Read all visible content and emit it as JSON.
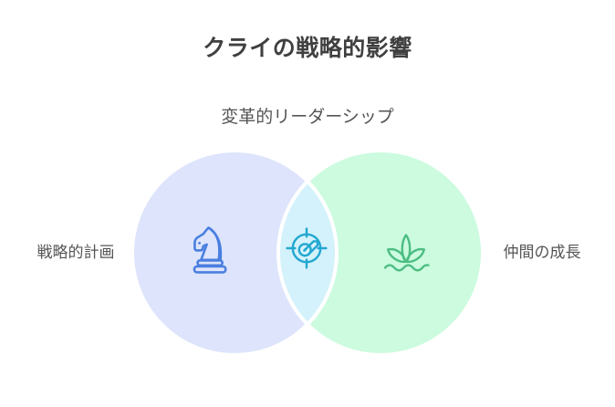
{
  "header": {
    "title": "クライの戦略的影響"
  },
  "venn": {
    "top_label": "変革的リーダーシップ",
    "left_label": "戦略的計画",
    "right_label": "仲間の成長",
    "left_circle": {
      "fill": "#dde4fb",
      "icon": "chess-knight-icon",
      "icon_color": "#4a7fe0"
    },
    "right_circle": {
      "fill": "#ccfbdf",
      "icon": "plant-sprout-icon",
      "icon_color": "#4cbd82"
    },
    "overlap": {
      "fill": "#d4f2fb",
      "icon": "target-crosshair-icon",
      "icon_color": "#22a7d0"
    },
    "separator_color": "#ffffff"
  },
  "colors": {
    "background": "#ffffff",
    "title_text": "#404040",
    "label_text": "#555555"
  }
}
